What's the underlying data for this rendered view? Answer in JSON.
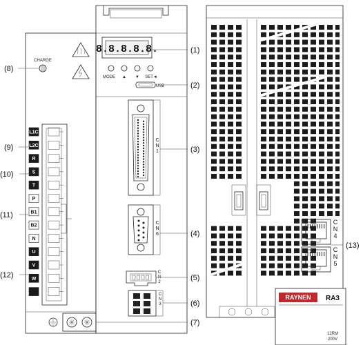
{
  "front": {
    "charge_label": "CHARGE",
    "display_digits": "8.8.8.8.8.",
    "mode_label": "MODE",
    "up_label": "▲",
    "down_label": "▼",
    "set_label": "SET◄",
    "usb_label": "USB",
    "cn1_label": "CN1",
    "cn6_label": "CN6",
    "cn2_label": "CN2",
    "cn3_label": "CN3",
    "terminals": [
      {
        "label": "L1C",
        "style": "dark"
      },
      {
        "label": "L2C",
        "style": "dark"
      },
      {
        "label": "R",
        "style": "dark"
      },
      {
        "label": "S",
        "style": "dark"
      },
      {
        "label": "T",
        "style": "dark"
      },
      {
        "label": "P",
        "style": "light"
      },
      {
        "label": "B1",
        "style": "light"
      },
      {
        "label": "B2",
        "style": "light"
      },
      {
        "label": "N",
        "style": "light"
      },
      {
        "label": "U",
        "style": "dark"
      },
      {
        "label": "V",
        "style": "dark"
      },
      {
        "label": "W",
        "style": "dark"
      },
      {
        "label": "",
        "style": "dark"
      }
    ],
    "ground_symbol": "⏚"
  },
  "callouts": {
    "c1": "(1)",
    "c2": "(2)",
    "c3": "(3)",
    "c4": "(4)",
    "c5": "(5)",
    "c6": "(6)",
    "c7": "(7)",
    "c8": "(8)",
    "c9": "(9)",
    "c10": "(10)",
    "c11": "(11)",
    "c12": "(12)",
    "c13": "(13)"
  },
  "side": {
    "cn4_label": "CN4",
    "cn5_label": "CN5",
    "brand": "RAYNEN",
    "model": "RA3",
    "rating_line1": "12RM",
    "rating_line2": "200V"
  },
  "colors": {
    "brand_red": "#c0282d",
    "terminal_dark": "#1a1a1a",
    "outline": "#222222"
  }
}
